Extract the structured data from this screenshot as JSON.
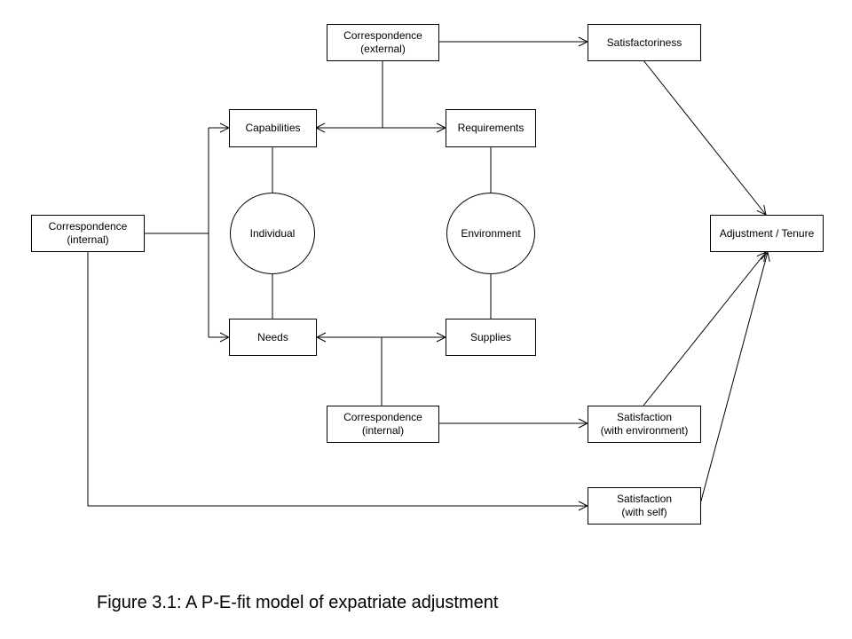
{
  "nodes": {
    "corr_external": {
      "line1": "Correspondence",
      "line2": "(external)"
    },
    "satisfactoriness": {
      "label": "Satisfactoriness"
    },
    "capabilities": {
      "label": "Capabilities"
    },
    "requirements": {
      "label": "Requirements"
    },
    "corr_internal_left": {
      "line1": "Correspondence",
      "line2": "(internal)"
    },
    "individual": {
      "label": "Individual"
    },
    "environment": {
      "label": "Environment"
    },
    "adjustment": {
      "label": "Adjustment / Tenure"
    },
    "needs": {
      "label": "Needs"
    },
    "supplies": {
      "label": "Supplies"
    },
    "corr_internal_bottom": {
      "line1": "Correspondence",
      "line2": "(internal)"
    },
    "sat_env": {
      "line1": "Satisfaction",
      "line2": "(with environment)"
    },
    "sat_self": {
      "line1": "Satisfaction",
      "line2": "(with self)"
    }
  },
  "edges": [
    {
      "from": "corr_external",
      "to": "satisfactoriness",
      "arrow": "end"
    },
    {
      "from": "corr_external",
      "to": "capabilities",
      "arrow": "end"
    },
    {
      "from": "corr_external",
      "to": "requirements",
      "arrow": "end"
    },
    {
      "from": "satisfactoriness",
      "to": "adjustment",
      "arrow": "end"
    },
    {
      "from": "corr_internal_left",
      "to": "capabilities",
      "arrow": "end"
    },
    {
      "from": "corr_internal_left",
      "to": "needs",
      "arrow": "end"
    },
    {
      "from": "corr_internal_left",
      "to": "sat_self",
      "arrow": "end"
    },
    {
      "from": "capabilities",
      "to": "individual",
      "arrow": "none"
    },
    {
      "from": "individual",
      "to": "needs",
      "arrow": "none"
    },
    {
      "from": "requirements",
      "to": "environment",
      "arrow": "none"
    },
    {
      "from": "environment",
      "to": "supplies",
      "arrow": "none"
    },
    {
      "from": "corr_internal_bottom",
      "to": "needs",
      "arrow": "end"
    },
    {
      "from": "corr_internal_bottom",
      "to": "supplies",
      "arrow": "end"
    },
    {
      "from": "corr_internal_bottom",
      "to": "sat_env",
      "arrow": "end"
    },
    {
      "from": "sat_env",
      "to": "adjustment",
      "arrow": "end"
    },
    {
      "from": "sat_self",
      "to": "adjustment",
      "arrow": "end"
    }
  ],
  "caption": "Figure 3.1: A P-E-fit model of expatriate adjustment"
}
